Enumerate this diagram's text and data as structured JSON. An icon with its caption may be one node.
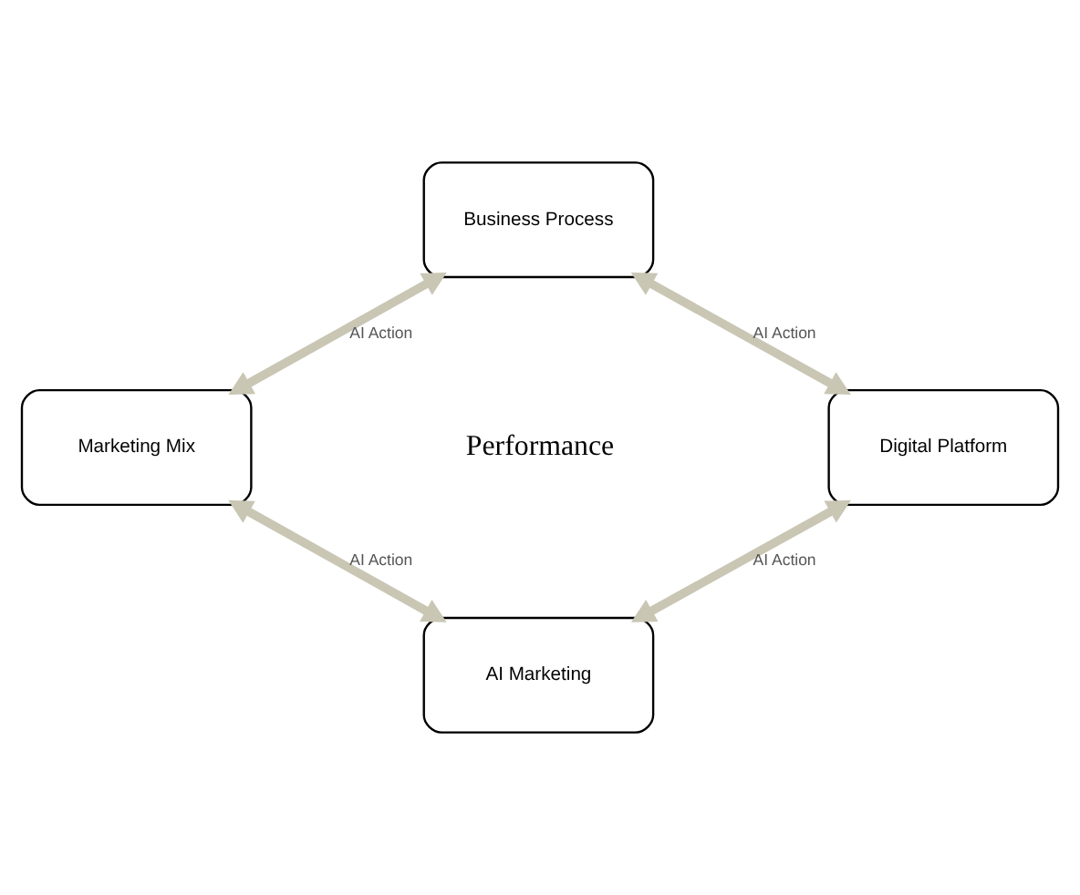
{
  "diagram": {
    "nodes": [
      {
        "text": [
          "Business Process"
        ]
      },
      {
        "text": [
          "Marketing Mix"
        ]
      },
      {
        "text": [
          "Digital Platform"
        ]
      },
      {
        "text": [
          "AI Marketing"
        ]
      }
    ],
    "edges": [
      {
        "from": 0,
        "to": 1,
        "arrow": "both",
        "label": "AI Action"
      },
      {
        "from": 0,
        "to": 2,
        "arrow": "both",
        "label": "AI Action"
      },
      {
        "from": 1,
        "to": 3,
        "arrow": "both",
        "label": "AI Action"
      },
      {
        "from": 2,
        "to": 3,
        "arrow": "both",
        "label": "AI Action"
      }
    ],
    "labels": [
      "Performance"
    ]
  }
}
